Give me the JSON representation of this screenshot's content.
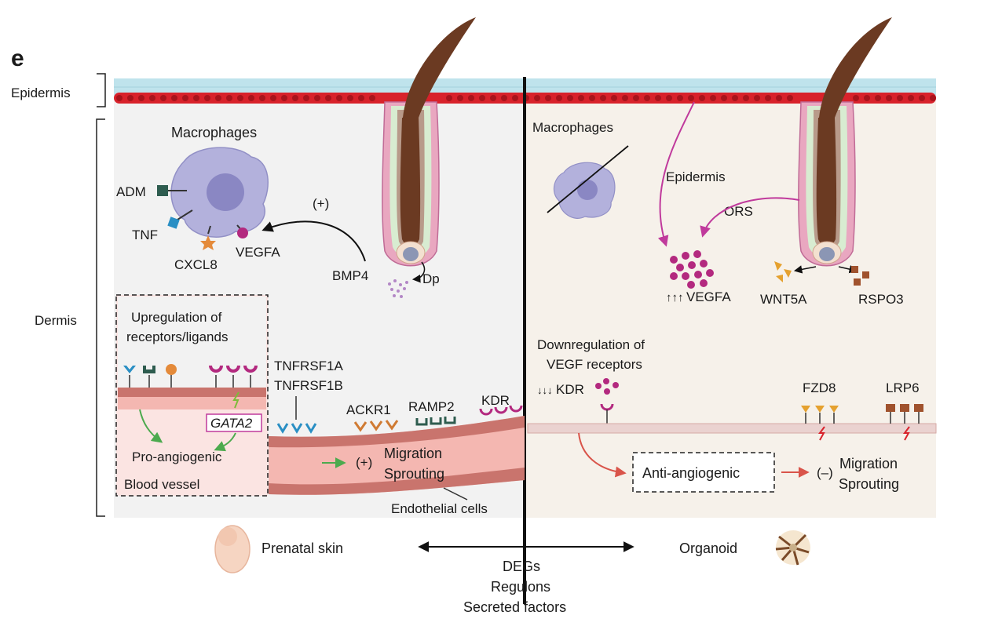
{
  "panel_letter": "e",
  "side_labels": {
    "epidermis": "Epidermis",
    "dermis": "Dermis"
  },
  "left": {
    "macrophages": "Macrophages",
    "adm": "ADM",
    "tnf": "TNF",
    "cxcl8": "CXCL8",
    "vegfa": "VEGFA",
    "plus_sign": "(+)",
    "bmp4": "BMP4",
    "dp": "Dp",
    "box_title_line1": "Upregulation of",
    "box_title_line2": "receptors/ligands",
    "gata2": "GATA2",
    "pro_angiogenic": "Pro-angiogenic",
    "blood_vessel": "Blood vessel",
    "tnfrsf1a": "TNFRSF1A",
    "tnfrsf1b": "TNFRSF1B",
    "ackr1": "ACKR1",
    "ramp2": "RAMP2",
    "kdr": "KDR",
    "plus_sign2": "(+)",
    "migration": "Migration",
    "sprouting": "Sprouting",
    "endothelial": "Endothelial cells"
  },
  "right": {
    "macrophages": "Macrophages",
    "epidermis": "Epidermis",
    "ors": "ORS",
    "vegfa": "VEGFA",
    "vegfa_arrows": "↑↑↑",
    "wnt5a": "WNT5A",
    "rspo3": "RSPO3",
    "down_line1": "Downregulation of",
    "down_line2": "VEGF receptors",
    "kdr": "KDR",
    "kdr_arrows": "↓↓↓",
    "fzd8": "FZD8",
    "lrp6": "LRP6",
    "anti_angiogenic": "Anti-angiogenic",
    "minus_sign": "(–)",
    "migration": "Migration",
    "sprouting": "Sprouting"
  },
  "bottom": {
    "prenatal": "Prenatal skin",
    "organoid": "Organoid",
    "line1": "DEGs",
    "line2": "Regulons",
    "line3": "Secreted factors"
  },
  "colors": {
    "epidermis": "#bfe3ec",
    "basal": "#d8222b",
    "hair": "#6b3a22",
    "macrophage": "#b3b1dc",
    "vegfa": "#b3297f",
    "arrow_green": "#4caa4e",
    "arrow_red": "#d9544a",
    "magenta": "#c03a9c",
    "vessel": "#f4b7b1"
  }
}
